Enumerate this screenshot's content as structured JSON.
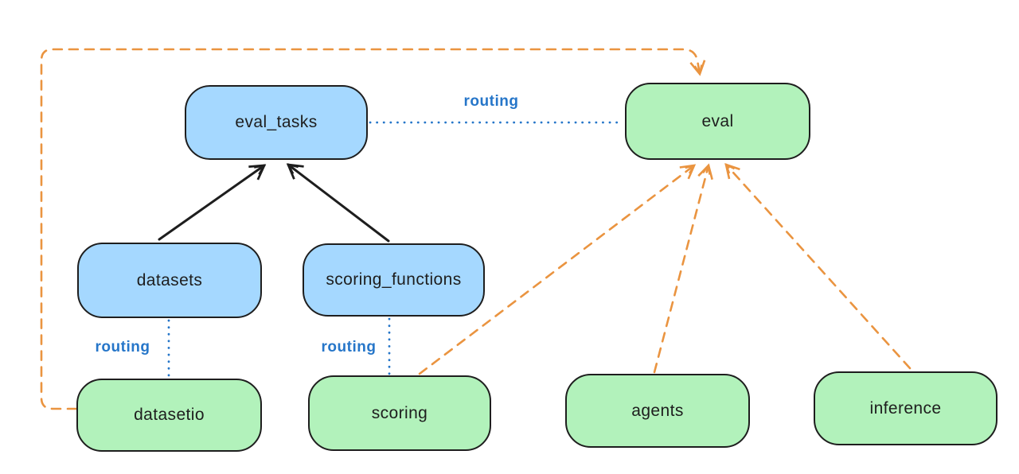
{
  "diagram": {
    "nodes": {
      "eval_tasks": {
        "label": "eval_tasks",
        "kind": "resource",
        "fill": "blue"
      },
      "eval": {
        "label": "eval",
        "kind": "api",
        "fill": "green"
      },
      "datasets": {
        "label": "datasets",
        "kind": "resource",
        "fill": "blue"
      },
      "scoring_functions": {
        "label": "scoring_functions",
        "kind": "resource",
        "fill": "blue"
      },
      "datasetio": {
        "label": "datasetio",
        "kind": "api",
        "fill": "green"
      },
      "scoring": {
        "label": "scoring",
        "kind": "api",
        "fill": "green"
      },
      "agents": {
        "label": "agents",
        "kind": "api",
        "fill": "green"
      },
      "inference": {
        "label": "inference",
        "kind": "api",
        "fill": "green"
      }
    },
    "edges": {
      "routing_eval_tasks_eval": "routing",
      "routing_datasets_datasetio": "routing",
      "routing_scoring_functions_scoring": "routing"
    }
  },
  "colors": {
    "node-blue-fill": "#a5d8ff",
    "node-green-fill": "#b2f2bb",
    "node-border": "#1e1e1e",
    "edge-black": "#1e1e1e",
    "edge-orange": "#ea9440",
    "edge-blue": "#2676c9",
    "canvas-bg": "#ffffff"
  }
}
